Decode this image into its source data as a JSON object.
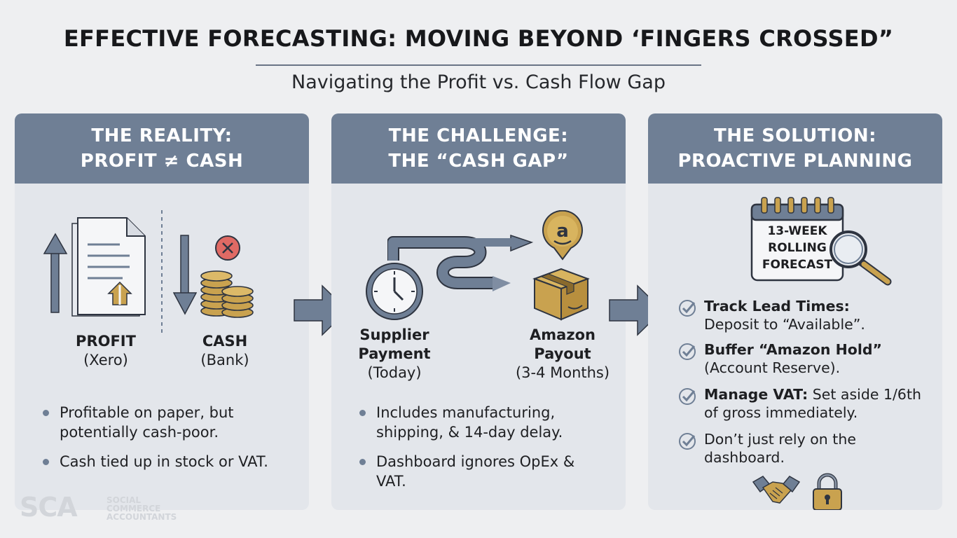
{
  "header": {
    "title": "EFFECTIVE FORECASTING: MOVING BEYOND ‘FINGERS CROSSED”",
    "subtitle": "Navigating the Profit vs. Cash Flow Gap"
  },
  "panels": [
    {
      "heading_line1": "THE REALITY:",
      "heading_line2": "PROFIT ≠ CASH",
      "profit_label": "PROFIT",
      "profit_sub": "(Xero)",
      "cash_label": "CASH",
      "cash_sub": "(Bank)",
      "bullets": [
        "Profitable on paper, but potentially cash-poor.",
        "Cash tied up in stock or VAT."
      ]
    },
    {
      "heading_line1": "THE CHALLENGE:",
      "heading_line2": "THE “CASH GAP”",
      "supplier_label_1": "Supplier",
      "supplier_label_2": "Payment",
      "supplier_sub": "(Today)",
      "amazon_label_1": "Amazon",
      "amazon_label_2": "Payout",
      "amazon_sub": "(3-4 Months)",
      "bullets": [
        "Includes manufacturing, shipping, & 14-day delay.",
        "Dashboard ignores OpEx & VAT."
      ]
    },
    {
      "heading_line1": "THE SOLUTION:",
      "heading_line2": "PROACTIVE PLANNING",
      "calendar_lines": [
        "13-WEEK",
        "ROLLING",
        "FORECAST"
      ],
      "checks": [
        {
          "bold": "Track Lead Times:",
          "text": "Deposit to “Available”."
        },
        {
          "bold": "Buffer “Amazon Hold”",
          "text": "(Account Reserve)."
        },
        {
          "bold": "Manage VAT:",
          "text": "Set aside 1/6th of gross immediately."
        },
        {
          "bold": "",
          "text": "Don’t just rely on the dashboard."
        }
      ]
    }
  ],
  "watermark": {
    "logo": "SCA",
    "line1": "SOCIAL",
    "line2": "COMMERCE",
    "line3": "ACCOUNTANTS"
  },
  "colors": {
    "panel_header": "#6f7f95",
    "panel_body": "#e3e6eb",
    "accent_gold": "#c9a24f",
    "arrow": "#6f7f95",
    "error_red": "#d9534f"
  },
  "icons": {
    "document": "document-icon",
    "coins": "coins-icon",
    "clock": "clock-icon",
    "box": "package-icon",
    "amazon": "amazon-pin-icon",
    "calendar": "calendar-icon",
    "magnifier": "magnifier-icon",
    "handshake": "handshake-icon",
    "lock": "lock-icon",
    "check": "check-icon"
  }
}
